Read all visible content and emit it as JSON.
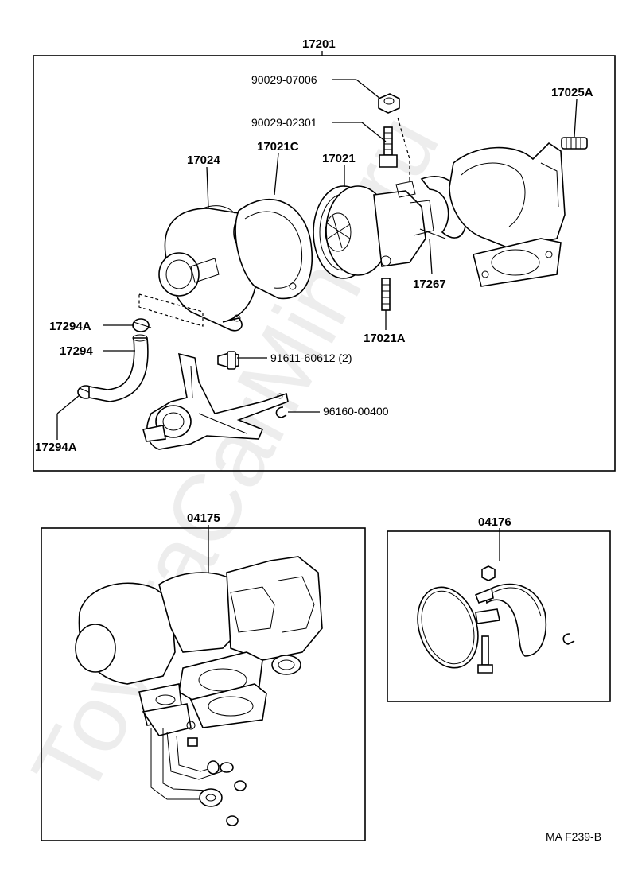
{
  "watermark": "ToyotaCarMine.ru",
  "figure_code": "MA F239-B",
  "assembly_top": {
    "number": "17201",
    "parts": {
      "nut": "90029-07006",
      "bolt": "90029-02301",
      "stud_right": "17025A",
      "turbine_housing": "17024",
      "gasket": "17021C",
      "center_core": "17021",
      "clamp": "17267",
      "stud_bottom": "17021A",
      "clip_upper": "17294A",
      "hose": "17294",
      "clip_lower": "17294A",
      "union_bolt": "91611-60612 (2)",
      "e_ring": "96160-00400"
    }
  },
  "assembly_bottom_left": {
    "number": "04175"
  },
  "assembly_bottom_right": {
    "number": "04176"
  }
}
